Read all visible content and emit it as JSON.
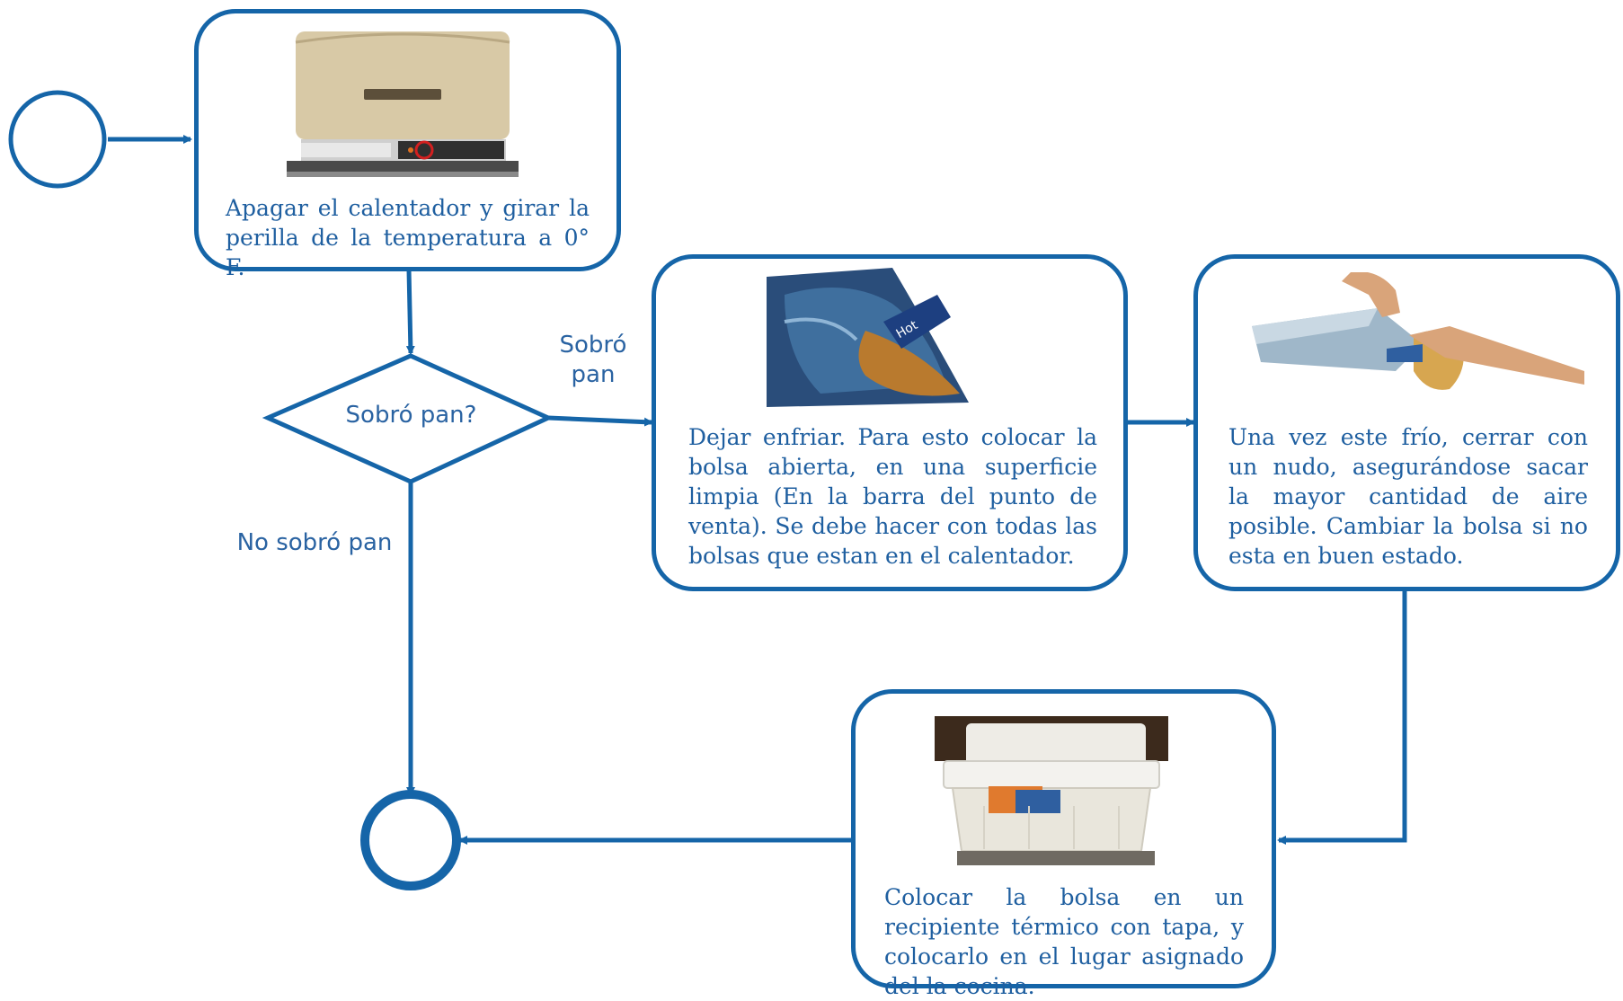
{
  "colors": {
    "stroke": "#1565a8",
    "text": "#1f5fa0"
  },
  "start_node": {
    "icon": "start-circle"
  },
  "end_node": {
    "icon": "end-circle"
  },
  "decision": {
    "question": "Sobró pan?",
    "yes_label": "Sobró\npan",
    "no_label": "No sobró pan"
  },
  "steps": {
    "turn_off": {
      "text": "Apagar el calentador y girar la perilla de la temperatura a 0° F.",
      "image": "warmer-appliance-photo"
    },
    "cool": {
      "text": "Dejar enfriar.  Para esto colocar la bolsa abierta, en una superficie limpia (En la barra del punto de venta).  Se debe hacer con todas las bolsas que estan en el calentador.",
      "image": "bread-bag-photo"
    },
    "tie": {
      "text": "Una vez este frío, cerrar con un nudo, asegurándose sacar la mayor cantidad de aire posible. Cambiar la bolsa si no esta en buen estado.",
      "image": "tying-bag-photo"
    },
    "store": {
      "text": "Colocar la bolsa en un recipiente térmico con tapa, y colocarlo en el lugar asignado del la cocina.",
      "image": "thermal-container-photo"
    }
  }
}
